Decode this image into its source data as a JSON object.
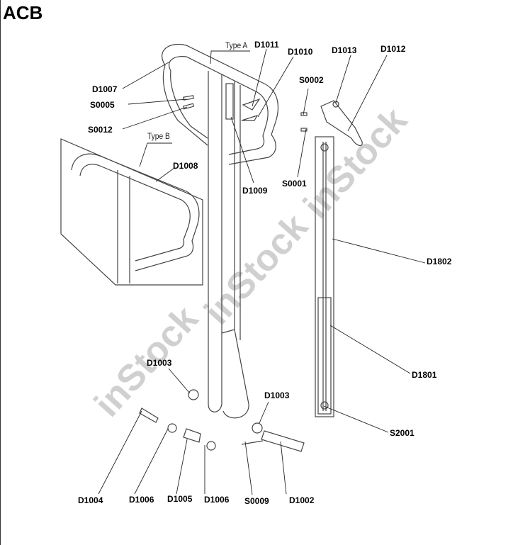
{
  "title": "ACB",
  "watermark": "inStock",
  "types": {
    "a": "Type A",
    "b": "Type B"
  },
  "labels": {
    "d1011": "D1011",
    "d1010": "D1010",
    "d1013": "D1013",
    "d1012": "D1012",
    "d1007": "D1007",
    "s0005": "S0005",
    "s0012": "S0012",
    "s0002": "S0002",
    "d1008": "D1008",
    "d1009": "D1009",
    "s0001": "S0001",
    "d1802": "D1802",
    "d1801": "D1801",
    "d1003a": "D1003",
    "d1003b": "D1003",
    "s2001": "S2001",
    "d1004": "D1004",
    "d1006a": "D1006",
    "d1005": "D1005",
    "d1006b": "D1006",
    "s0009": "S0009",
    "d1002": "D1002"
  }
}
